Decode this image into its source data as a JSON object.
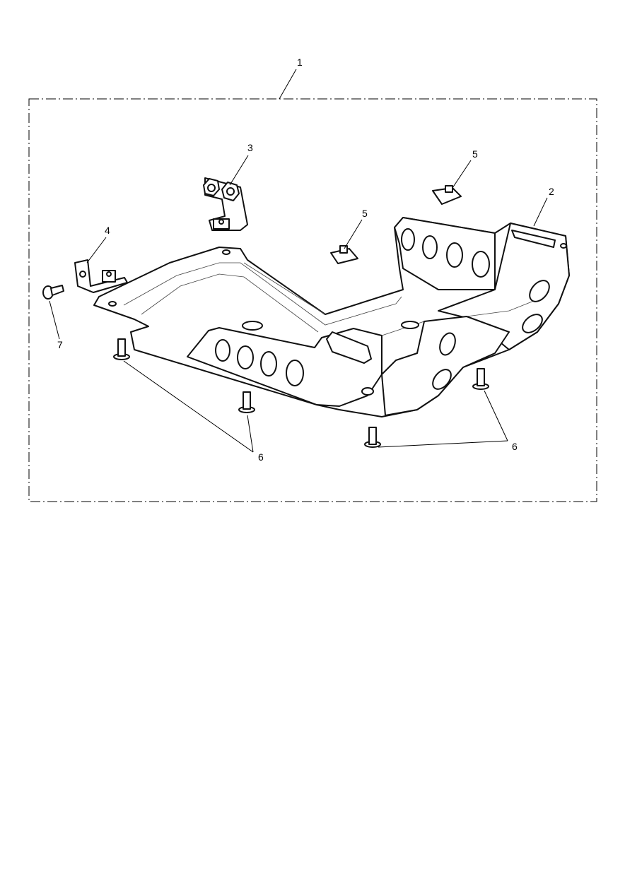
{
  "diagram": {
    "callouts": {
      "c1": "1",
      "c2": "2",
      "c3": "3",
      "c4": "4",
      "c5a": "5",
      "c5b": "5",
      "c6a": "6",
      "c6b": "6",
      "c7": "7"
    },
    "colors": {
      "line": "#000000",
      "background": "#ffffff"
    }
  }
}
